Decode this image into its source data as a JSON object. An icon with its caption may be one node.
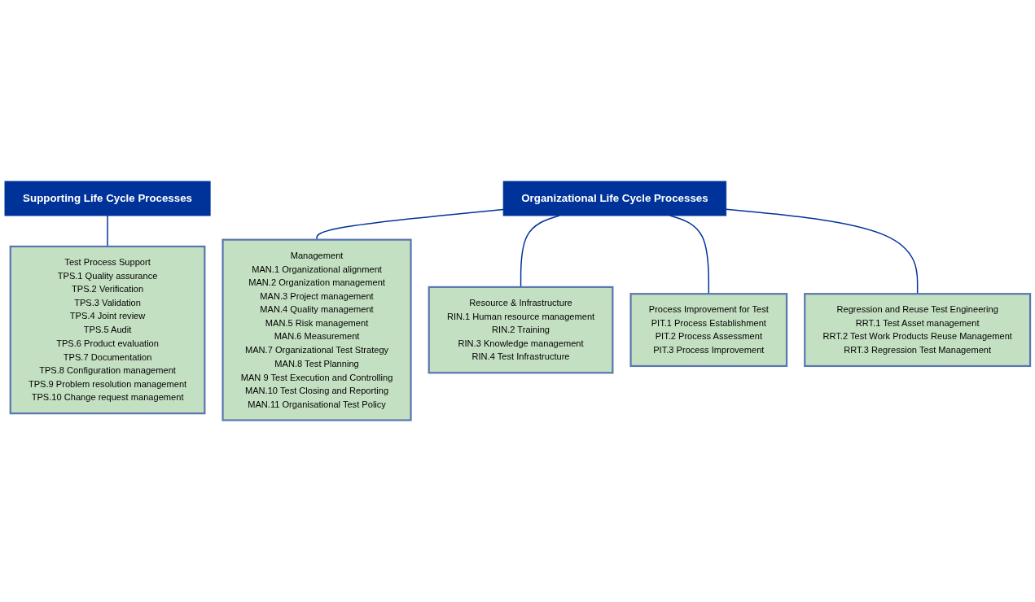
{
  "diagram": {
    "nodes": [
      {
        "text": [
          "Supporting Life Cycle Processes"
        ]
      },
      {
        "text": [
          "Test Process Support",
          "TPS.1 Quality assurance",
          "TPS.2 Verification",
          "TPS.3 Validation",
          "TPS.4 Joint review",
          "TPS.5 Audit",
          "TPS.6 Product evaluation",
          "TPS.7 Documentation",
          "TPS.8 Configuration management",
          "TPS.9 Problem resolution management",
          "TPS.10 Change request management"
        ]
      },
      {
        "text": [
          "Organizational Life Cycle Processes"
        ]
      },
      {
        "text": [
          "Management",
          "MAN.1 Organizational alignment",
          "MAN.2 Organization management",
          "MAN.3 Project management",
          "MAN.4 Quality management",
          "MAN.5 Risk management",
          "MAN.6 Measurement",
          "MAN.7 Organizational Test Strategy",
          "MAN.8 Test Planning",
          "MAN 9 Test Execution and Controlling",
          "MAN.10 Test Closing and Reporting",
          "MAN.11 Organisational Test Policy"
        ]
      },
      {
        "text": [
          "Resource & Infrastructure",
          "RIN.1 Human resource management",
          "RIN.2 Training",
          "RIN.3 Knowledge management",
          "RIN.4 Test Infrastructure"
        ]
      },
      {
        "text": [
          "Process Improvement for Test",
          "PIT.1 Process Establishment",
          "PIT.2 Process Assessment",
          "PIT.3 Process Improvement"
        ]
      },
      {
        "text": [
          "Regression and Reuse Test Engineering",
          "RRT.1 Test Asset management",
          "RRT.2 Test Work Products Reuse Management",
          "RRT.3 Regression Test Management"
        ]
      }
    ],
    "edges": [
      {
        "from": 0,
        "to": 1,
        "arrow": "none"
      },
      {
        "from": 2,
        "to": 3,
        "arrow": "none"
      },
      {
        "from": 2,
        "to": 4,
        "arrow": "none"
      },
      {
        "from": 2,
        "to": 5,
        "arrow": "none"
      },
      {
        "from": 2,
        "to": 6,
        "arrow": "none"
      }
    ]
  }
}
